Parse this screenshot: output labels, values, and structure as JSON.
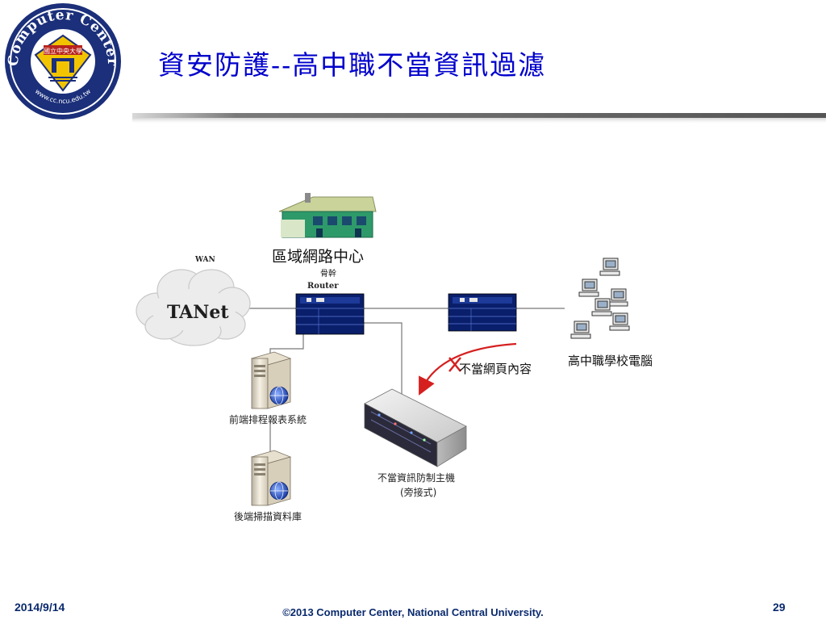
{
  "slide": {
    "title": "資安防護--高中職不當資訊過濾"
  },
  "logo": {
    "ring_text_top": "Computer Center",
    "ring_text_bottom": "www.cc.ncu.edu.tw",
    "center_text": "國立中央大學"
  },
  "diagram": {
    "wan_label": "WAN",
    "cloud_label": "TANet",
    "center_label": "區域網路中心",
    "backbone_label": "骨幹",
    "router_label": "Router",
    "school_label": "高中職學校電腦",
    "block_label": "不當網頁內容",
    "frontend_label": "前端排程報表系統",
    "backend_label": "後端掃描資料庫",
    "filter_host_label": "不當資訊防制主機",
    "filter_host_sub": "(旁接式)"
  },
  "footer": {
    "date": "2014/9/14",
    "copyright": "©2013 Computer Center, National Central University.",
    "page": "29"
  },
  "colors": {
    "title": "#0000cc",
    "footer": "#0a2a6e",
    "switch": "#0a1f6b",
    "arrow": "#d62020",
    "house_roof": "#c9d39a",
    "house_wall": "#2e9a6a"
  }
}
